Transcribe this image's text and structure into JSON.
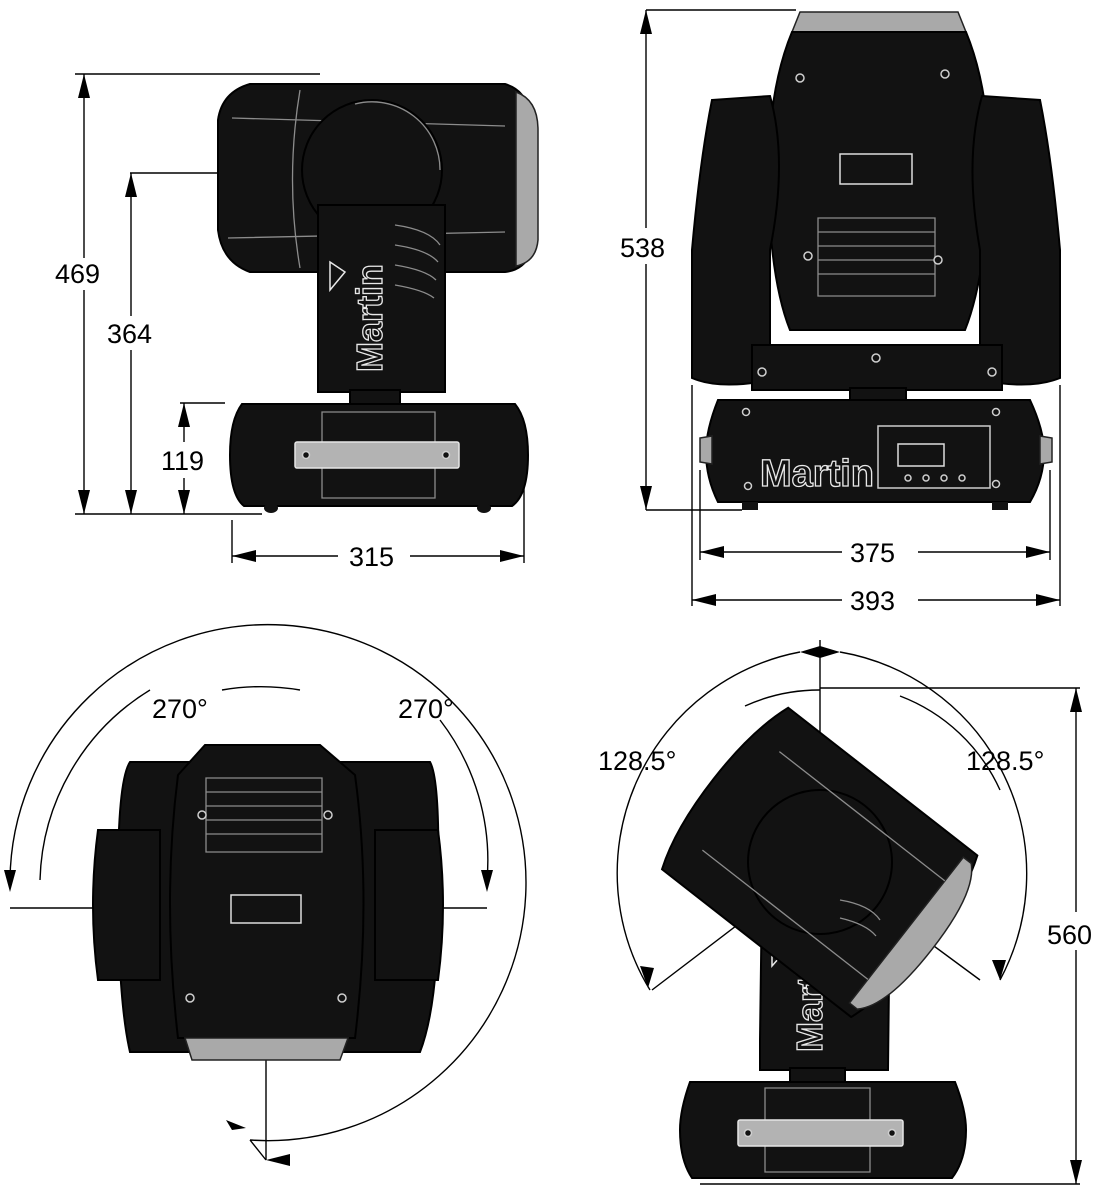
{
  "brand": "Martin",
  "colors": {
    "body": "#121212",
    "edge": "#8c8c8c",
    "lens_ring": "#a9a9a9",
    "line": "#000000"
  },
  "dimensions": {
    "side_total_height": "469",
    "side_tilt_axis_height": "364",
    "side_base_height": "119",
    "side_base_width": "315",
    "front_total_height": "538",
    "front_base_width": "375",
    "front_total_width": "393",
    "pan_left": "270°",
    "pan_right": "270°",
    "tilt_left": "128.5°",
    "tilt_right": "128.5°",
    "tilted_total_height": "560"
  }
}
